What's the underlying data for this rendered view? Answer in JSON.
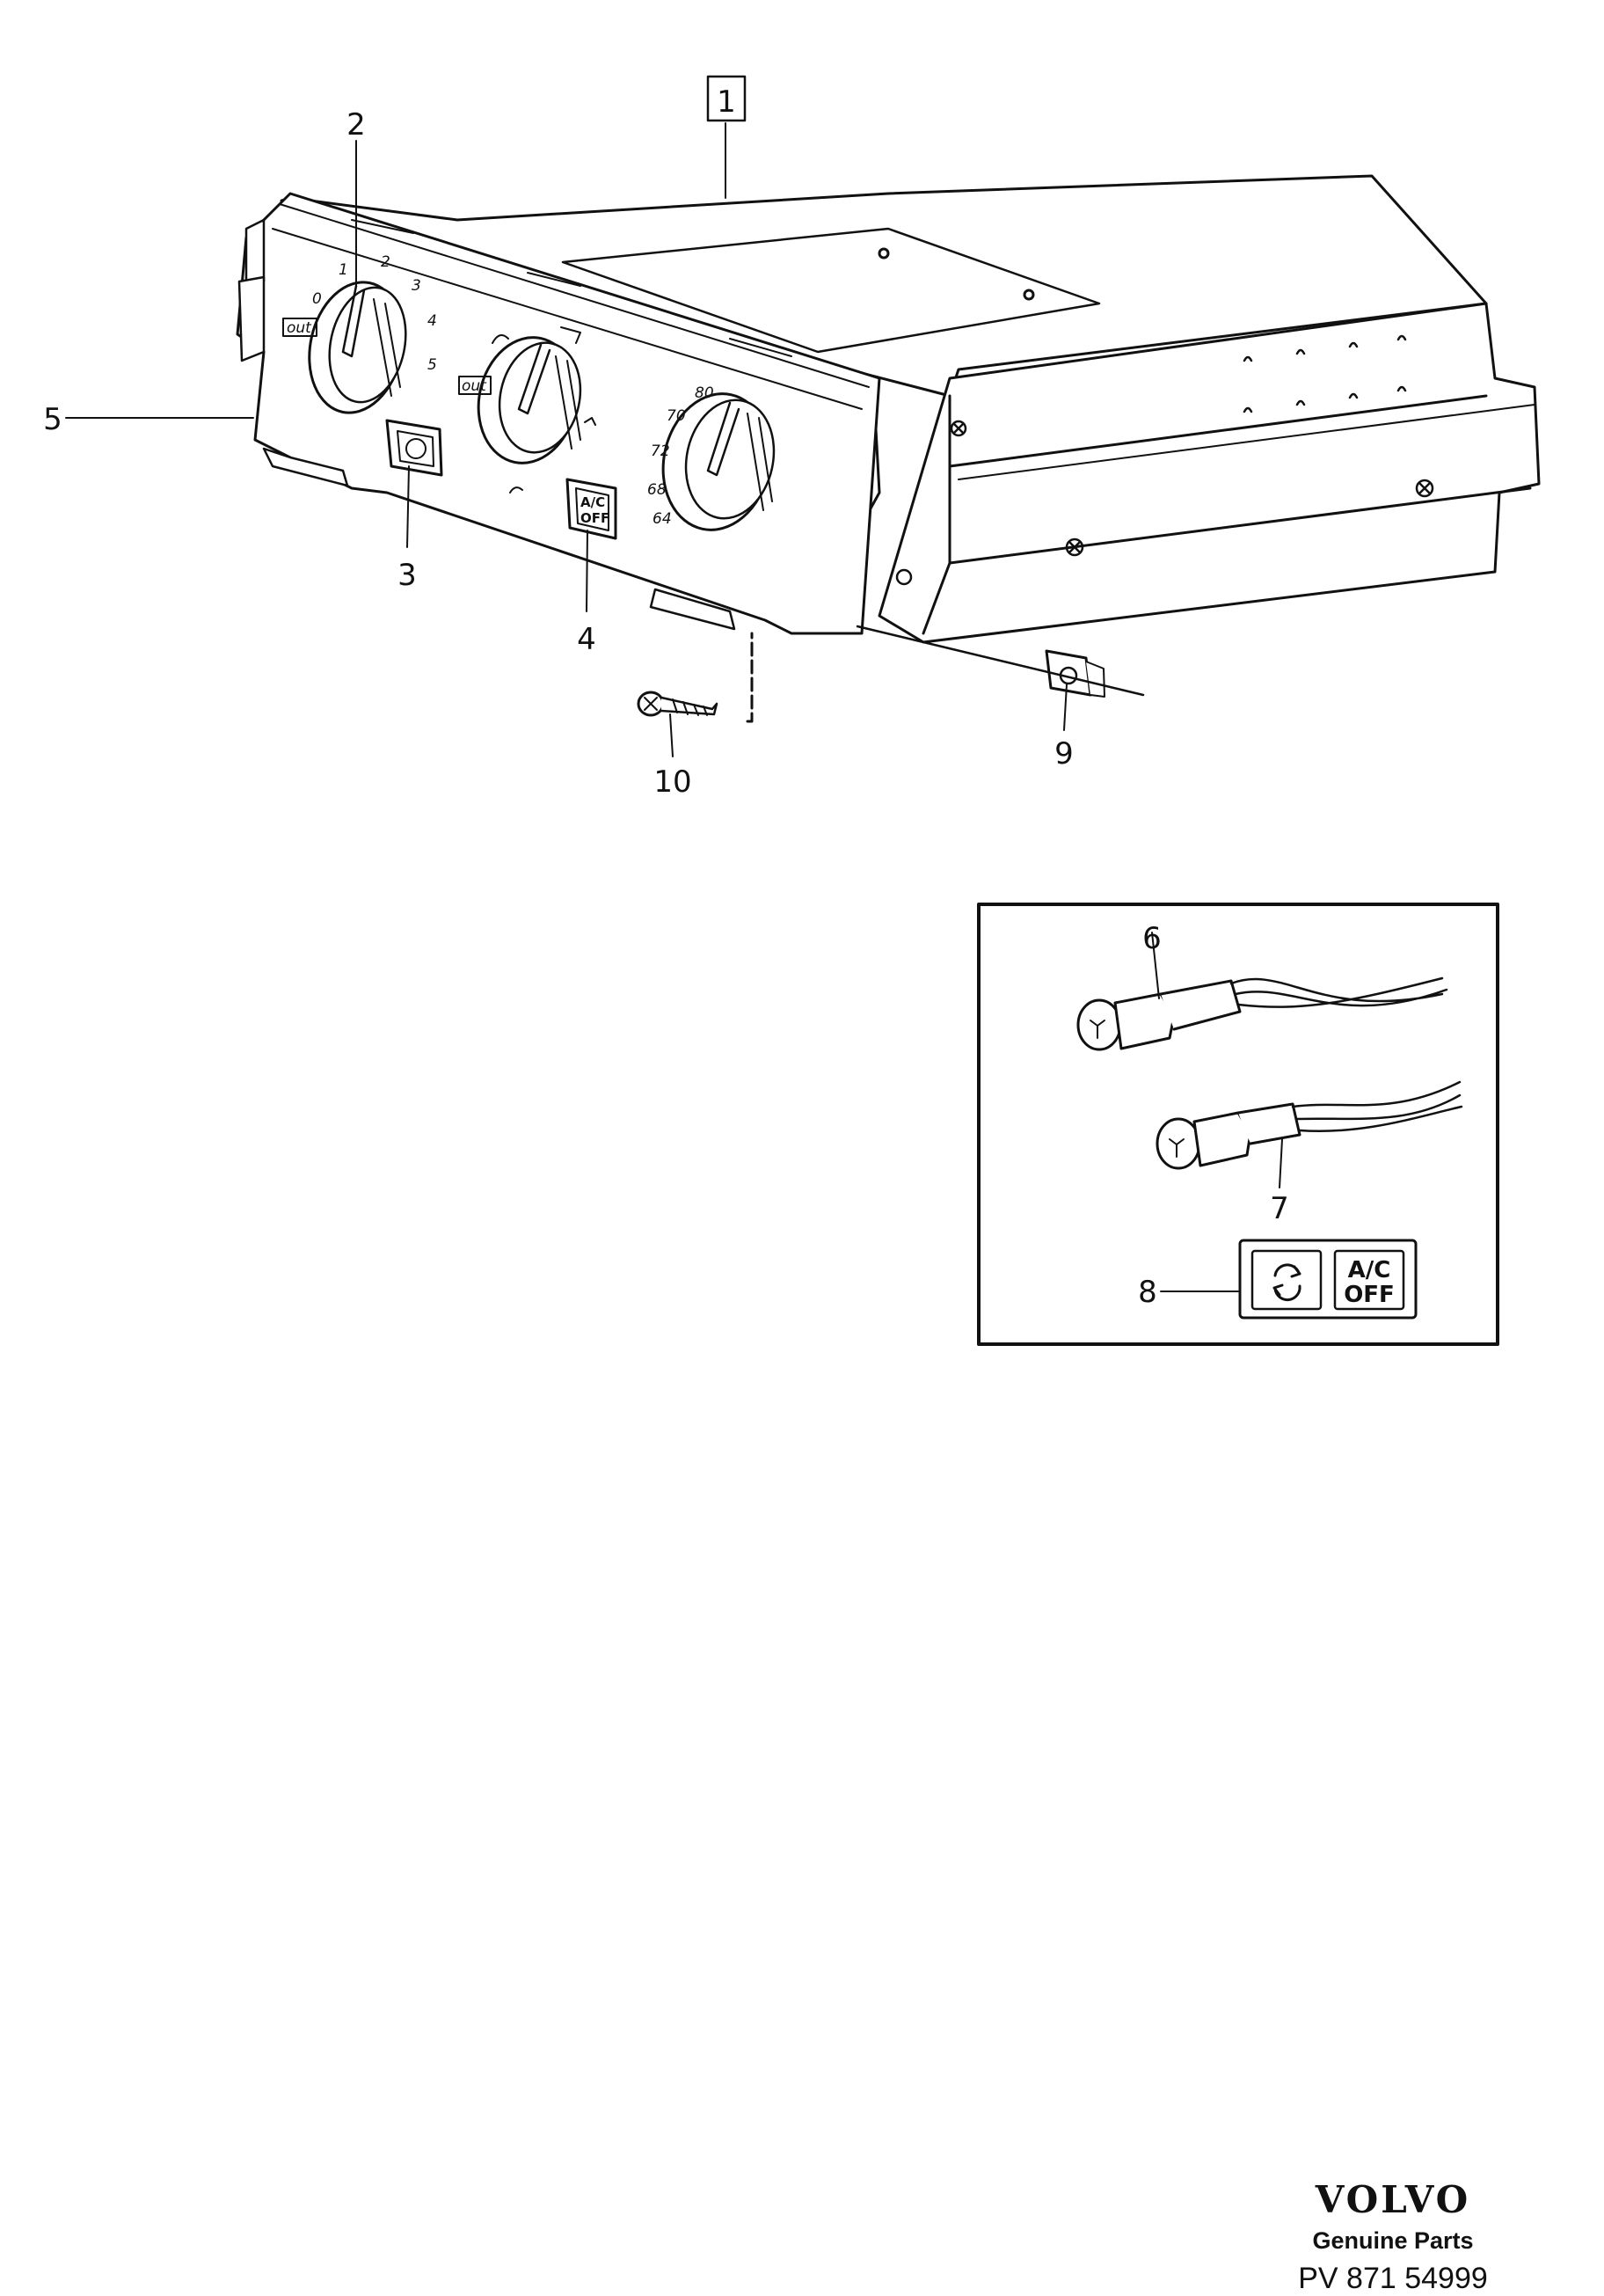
{
  "callouts": {
    "c1": "1",
    "c2": "2",
    "c3": "3",
    "c4": "4",
    "c5": "5",
    "c6": "6",
    "c7": "7",
    "c8": "8",
    "c9": "9",
    "c10": "10"
  },
  "knob_scales": {
    "fan": [
      "0",
      "1",
      "2",
      "3",
      "4",
      "5"
    ],
    "temperature": [
      "80",
      "70",
      "72",
      "68",
      "64"
    ]
  },
  "panel_labels": {
    "out_left": "out",
    "out_mid": "out",
    "ac_line1": "A/C",
    "ac_line2": "OFF"
  },
  "inset_labels": {
    "ac_line1": "A/C",
    "ac_line2": "OFF"
  },
  "footer": {
    "brand": "VOLVO",
    "genuine": "Genuine Parts",
    "code": "PV 871 54999"
  }
}
